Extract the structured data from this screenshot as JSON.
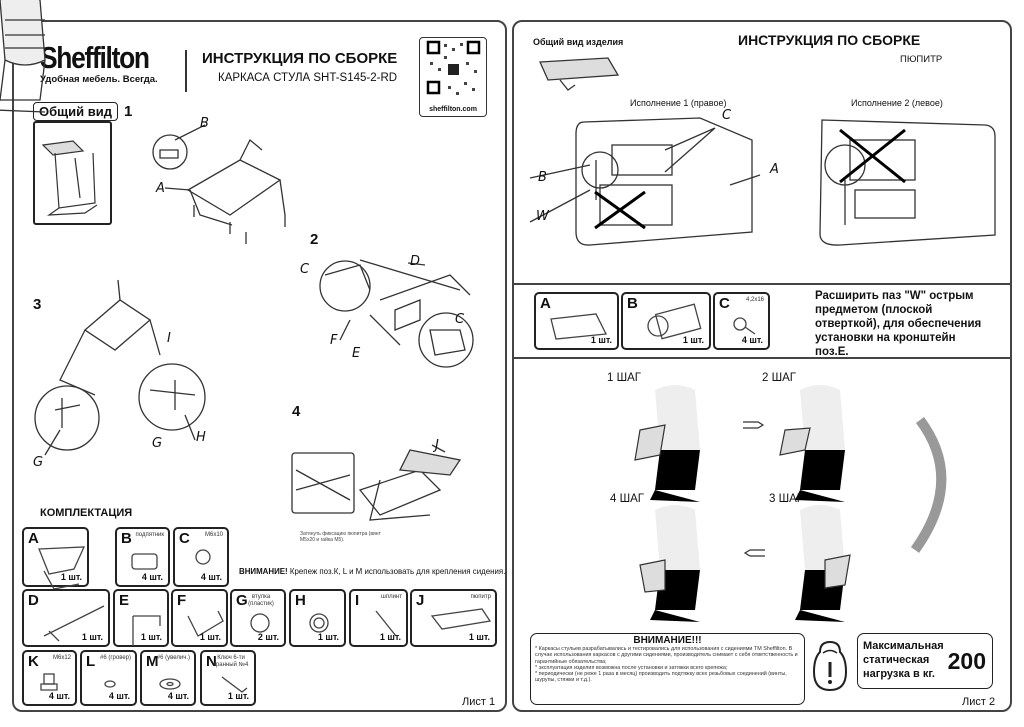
{
  "sheet1": {
    "brand": {
      "name": "Sheffilton",
      "tagline": "Удобная мебель. Всегда."
    },
    "title": "ИНСТРУКЦИЯ ПО СБОРКЕ",
    "subtitle": "КАРКАСА СТУЛА SHT-S145-2-RD",
    "qr_site": "sheffilton.com",
    "overview_label": "Общий вид",
    "steps": [
      "1",
      "2",
      "3",
      "4"
    ],
    "callouts": {
      "s1": [
        "B",
        "A"
      ],
      "s2": [
        "C",
        "D",
        "F",
        "E",
        "C"
      ],
      "s3": [
        "I",
        "G",
        "H"
      ],
      "s4": [
        "J"
      ]
    },
    "step4_note": "Затянуть фиксацию пюпитра (винт М5х20 и гайка М5).",
    "kit_title": "КОМПЛЕКТАЦИЯ",
    "attention_bold": "ВНИМАНИЕ!",
    "attention_text": " Крепеж поз.К, L и М использовать для крепления сидения.",
    "parts": [
      {
        "letter": "A",
        "note": "",
        "qty": "1 шт."
      },
      {
        "letter": "B",
        "note": "подпятник",
        "qty": "4 шт."
      },
      {
        "letter": "C",
        "note": "М6х10",
        "qty": "4 шт."
      },
      {
        "letter": "D",
        "note": "",
        "qty": "1 шт."
      },
      {
        "letter": "E",
        "note": "",
        "qty": "1 шт."
      },
      {
        "letter": "F",
        "note": "",
        "qty": "1 шт."
      },
      {
        "letter": "G",
        "note": "втулка (пластик)",
        "qty": "2 шт."
      },
      {
        "letter": "H",
        "note": "",
        "qty": "1 шт."
      },
      {
        "letter": "I",
        "note": "шплинт",
        "qty": "1 шт."
      },
      {
        "letter": "J",
        "note": "пюпитр",
        "qty": "1 шт."
      },
      {
        "letter": "K",
        "note": "М6х12",
        "qty": "4 шт."
      },
      {
        "letter": "L",
        "note": "#6 (гровер)",
        "qty": "4 шт."
      },
      {
        "letter": "M",
        "note": "#6 (увелич.)",
        "qty": "4 шт."
      },
      {
        "letter": "N",
        "note": "Ключ 6-ти гранный №4",
        "qty": "1 шт."
      }
    ],
    "sheet_label": "Лист 1"
  },
  "sheet2": {
    "overview_label": "Общий вид изделия",
    "title": "ИНСТРУКЦИЯ ПО СБОРКЕ",
    "subtitle": "ПЮПИТР",
    "variant1": "Исполнение 1 (правое)",
    "variant2": "Исполнение 2 (левое)",
    "callouts": [
      "C",
      "B",
      "A",
      "W"
    ],
    "parts": [
      {
        "letter": "A",
        "note": "",
        "qty": "1 шт."
      },
      {
        "letter": "B",
        "note": "",
        "qty": "1 шт."
      },
      {
        "letter": "C",
        "note": "4,2х16",
        "qty": "4 шт."
      }
    ],
    "instruction": "Расширить паз \"W\" острым предметом (плоской отверткой), для обеспечения установки на кронштейн поз.Е.",
    "steps": [
      "1 ШАГ",
      "2 ШАГ",
      "4 ШАГ",
      "3 ШАГ"
    ],
    "warning_title": "ВНИМАНИЕ!!!",
    "warning_lines": [
      "* Каркасы стульев разрабатывались и тестировались для использования с сидениями ТМ Sheffilton. В случае использования каркасов с другими сидениями, производитель снимает с себя ответственность и гарантийные обязательства;",
      "* эксплуатация изделия возможна после установки и затяжки всего крепежа;",
      "* периодически (не реже 1 раза в месяц) производить подтяжку всех резьбовых соединений (винты, шурупы, стяжки и т.д.)."
    ],
    "load_label": "Максимальная статическая нагрузка в кг.",
    "load_value": "200",
    "sheet_label": "Лист 2"
  }
}
